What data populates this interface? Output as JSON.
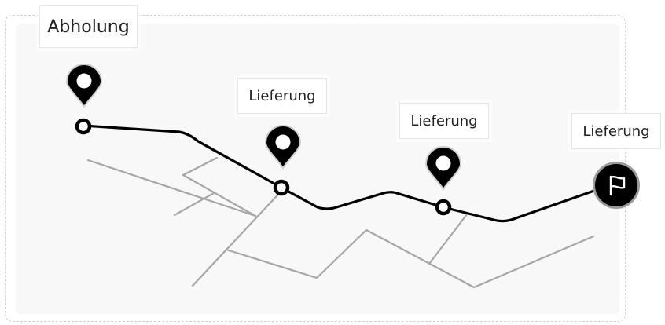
{
  "labels": {
    "pickup": "Abholung",
    "delivery_1": "Lieferung",
    "delivery_2": "Lieferung",
    "delivery_3": "Lieferung"
  },
  "icons": {
    "pin": "map-pin-icon",
    "stop": "route-stop-icon",
    "destination": "flag-icon"
  },
  "colors": {
    "route": "#000000",
    "roads": "#a6a6a6",
    "panel": "#f8f8f8",
    "frame": "#d2d2d2",
    "flag_ring": "#9a9a9a"
  }
}
